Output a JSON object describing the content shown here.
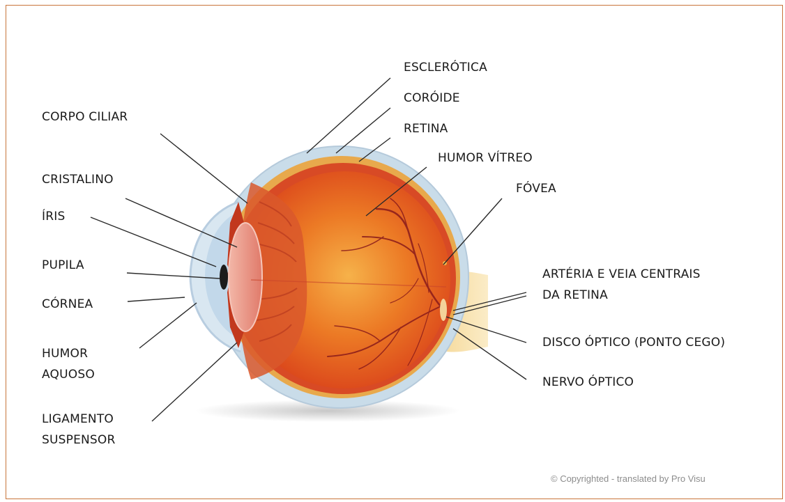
{
  "labels": {
    "esclerotica": "ESCLERÓTICA",
    "coroide": "CORÓIDE",
    "retina": "RETINA",
    "humor_vitreo": "HUMOR VÍTREO",
    "fovea": "FÓVEA",
    "corpo_ciliar": "CORPO CILIAR",
    "cristalino": "CRISTALINO",
    "iris": "ÍRIS",
    "pupila": "PUPILA",
    "cornea": "CÓRNEA",
    "humor_aquoso_1": "HUMOR",
    "humor_aquoso_2": "AQUOSO",
    "ligamento_1": "LIGAMENTO",
    "ligamento_2": "SUSPENSOR",
    "arteria_1": "ARTÉRIA E VEIA CENTRAIS",
    "arteria_2": "DA RETINA",
    "disco_optico": "DISCO ÓPTICO (PONTO CEGO)",
    "nervo_optico": "NERVO ÓPTICO"
  },
  "credit": "© Copyrighted - translated by Pro Visu",
  "colors": {
    "frame": "#c8743a",
    "sclera": "#c9dce9",
    "choroid": "#e8a94c",
    "retina": "#d84a25",
    "vitreous": "#ea6a1e",
    "vessels": "#8a1b1b",
    "nerve": "#f1d79a",
    "leader": "#2a2a2a"
  }
}
